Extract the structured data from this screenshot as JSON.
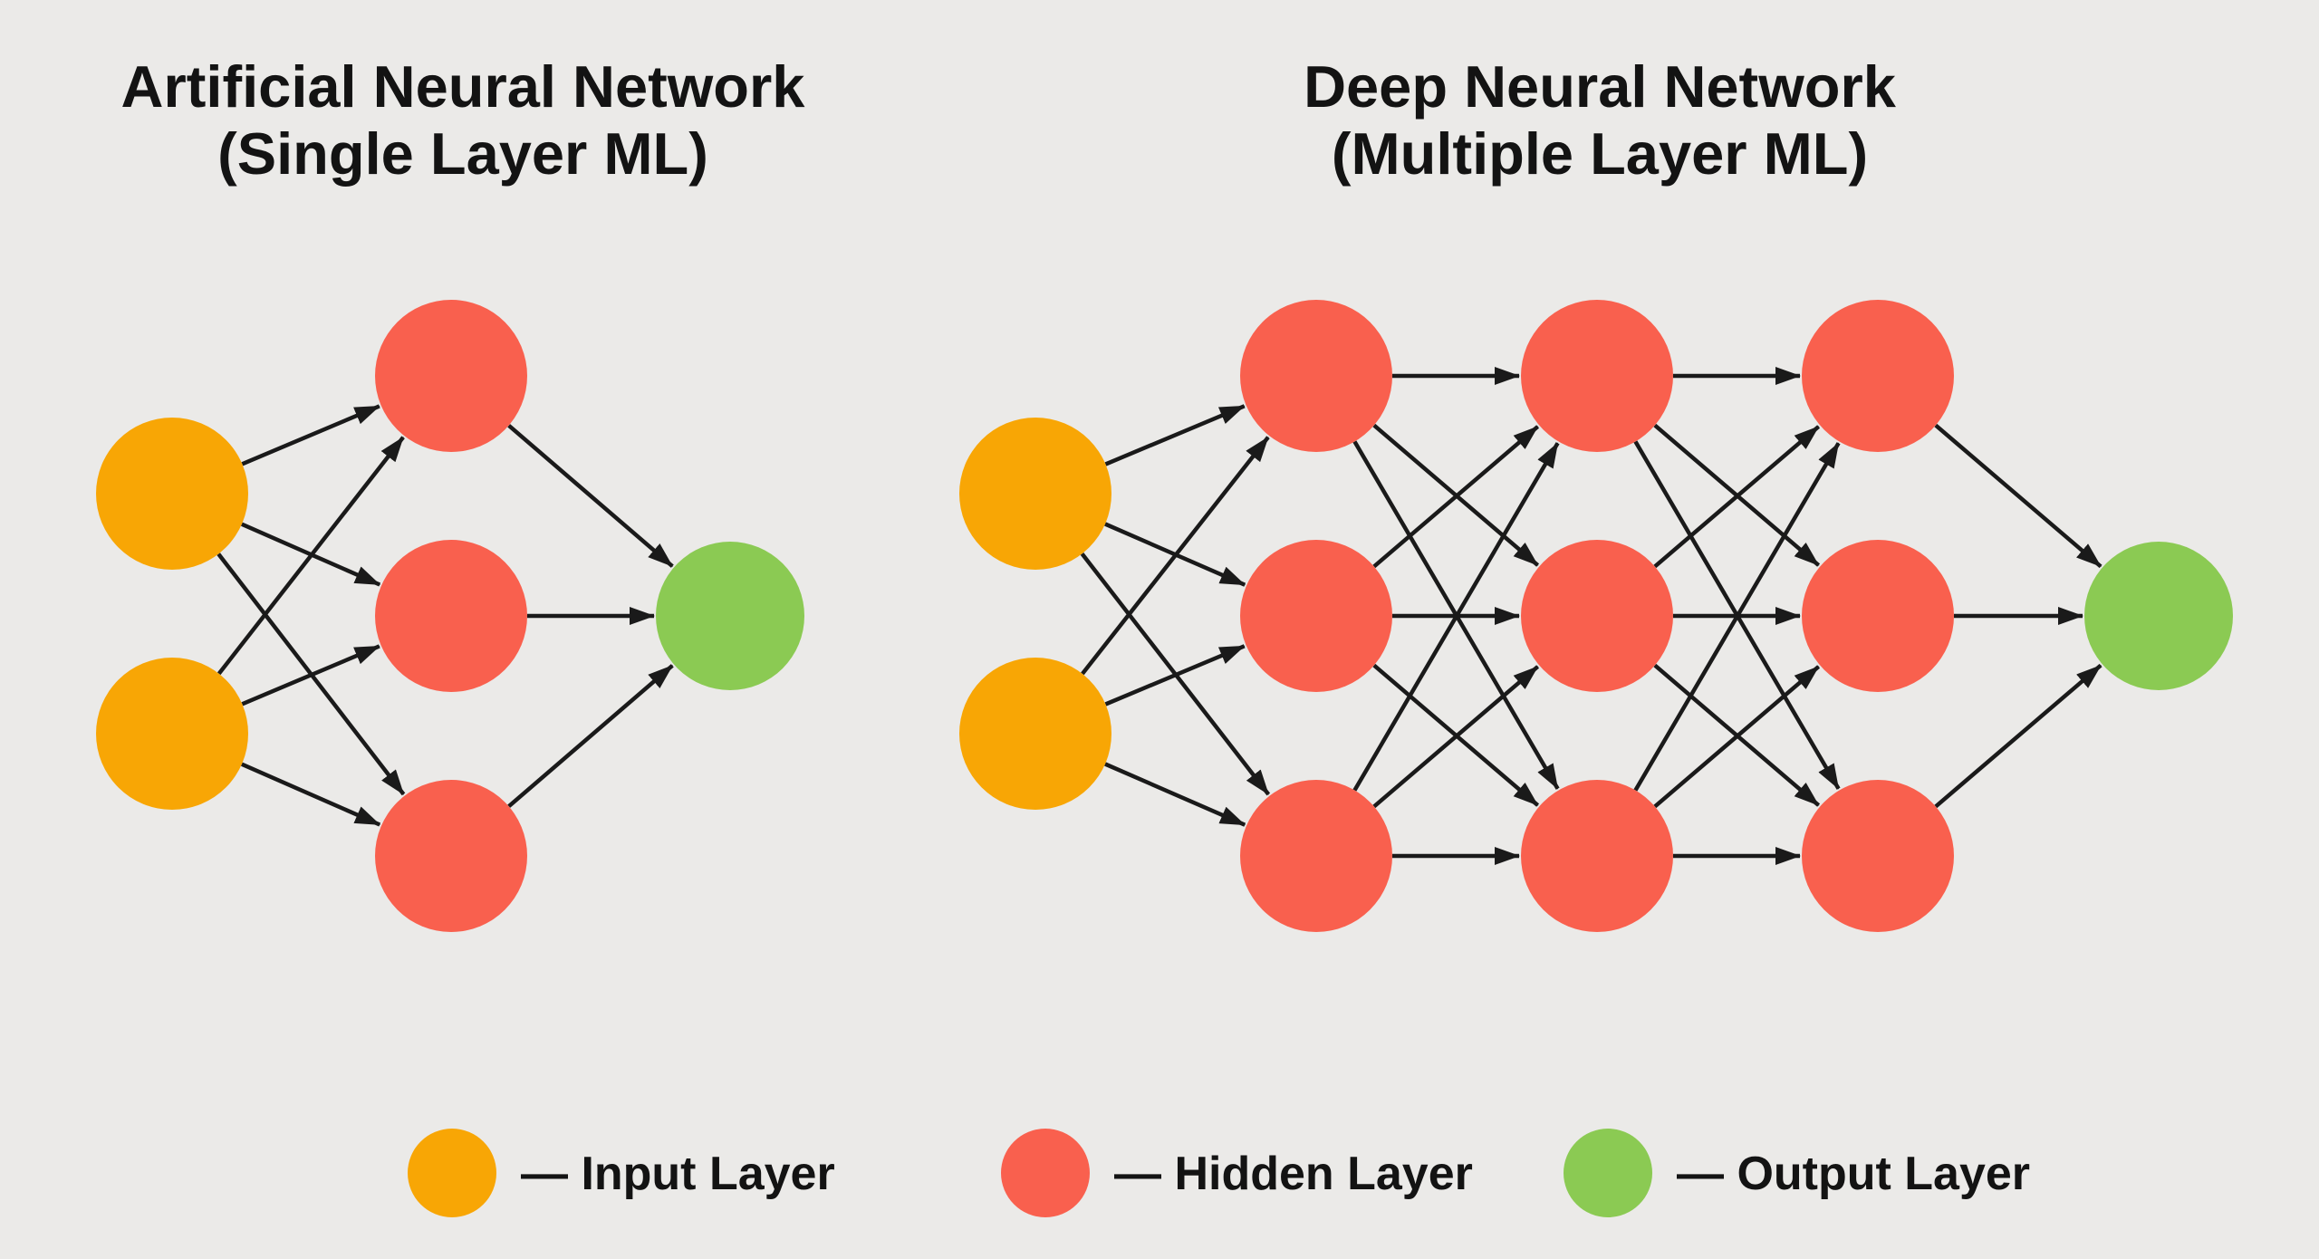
{
  "background_color": "#EBEAE8",
  "text_color": "#131313",
  "edge_color": "#1A1A1A",
  "node_colors": {
    "input": "#F8A605",
    "hidden": "#F9604E",
    "output": "#8BCA53"
  },
  "titles": {
    "ann": {
      "line1": "Artificial Neural Network",
      "line2": "(Single Layer ML)"
    },
    "dnn": {
      "line1": "Deep Neural Network",
      "line2": "(Multiple Layer ML)"
    }
  },
  "legend": [
    {
      "name": "input",
      "color": "#F8A605",
      "label": "— Input Layer"
    },
    {
      "name": "hidden",
      "color": "#F9604E",
      "label": "— Hidden Layer"
    },
    {
      "name": "output",
      "color": "#8BCA53",
      "label": "— Output Layer"
    }
  ],
  "networks": [
    {
      "id": "ann",
      "layers": [
        {
          "type": "input",
          "count": 2
        },
        {
          "type": "hidden",
          "count": 3
        },
        {
          "type": "output",
          "count": 1
        }
      ]
    },
    {
      "id": "dnn",
      "layers": [
        {
          "type": "input",
          "count": 2
        },
        {
          "type": "hidden",
          "count": 3
        },
        {
          "type": "hidden",
          "count": 3
        },
        {
          "type": "hidden",
          "count": 3
        },
        {
          "type": "output",
          "count": 1
        }
      ]
    }
  ]
}
